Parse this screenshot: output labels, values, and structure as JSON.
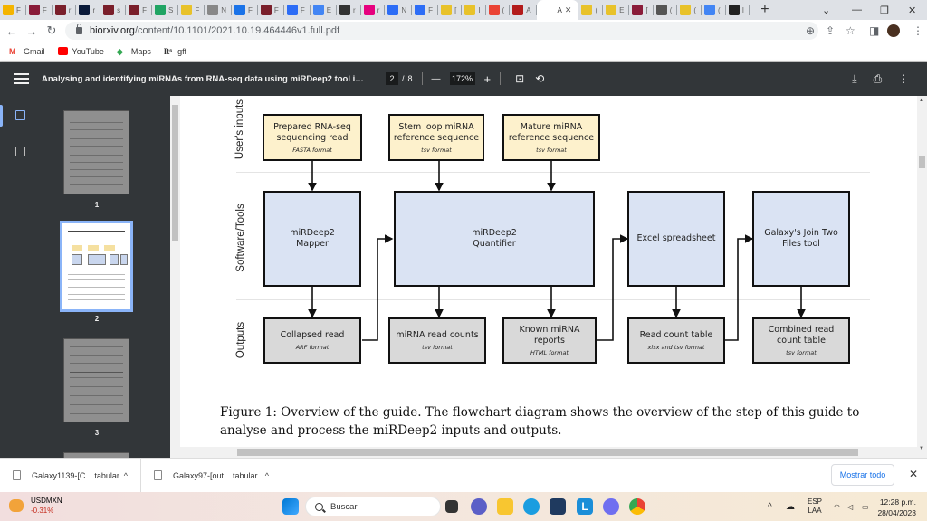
{
  "browser": {
    "tabs": [
      {
        "icon": "star-icon",
        "label": "F",
        "color": "#f4b400"
      },
      {
        "icon": "g-icon",
        "label": "F",
        "color": "#8a1c3a"
      },
      {
        "icon": "b-icon",
        "label": "r",
        "color": "#7a1f2b"
      },
      {
        "icon": "o-icon",
        "label": "r",
        "color": "#0a1a3a"
      },
      {
        "icon": "b-icon",
        "label": "s",
        "color": "#7a1f2b"
      },
      {
        "icon": "b-icon",
        "label": "F",
        "color": "#7a1f2b"
      },
      {
        "icon": "drive-icon",
        "label": "S",
        "color": "#1fa463"
      },
      {
        "icon": "bars-icon",
        "label": "F",
        "color": "#e8c22a"
      },
      {
        "icon": "loop-icon",
        "label": "N",
        "color": "#888"
      },
      {
        "icon": "network-icon",
        "label": "F",
        "color": "#1a73e8"
      },
      {
        "icon": "b-icon",
        "label": "F",
        "color": "#7a1f2b"
      },
      {
        "icon": "z-icon",
        "label": "F",
        "color": "#2d6df6"
      },
      {
        "icon": "google-icon",
        "label": "E",
        "color": "#4285f4"
      },
      {
        "icon": "arrow-icon",
        "label": "r",
        "color": "#333"
      },
      {
        "icon": "flag-icon",
        "label": "r",
        "color": "#e6007e"
      },
      {
        "icon": "z-icon",
        "label": "N",
        "color": "#2d6df6"
      },
      {
        "icon": "z-icon",
        "label": "F",
        "color": "#2d6df6"
      },
      {
        "icon": "bars-icon",
        "label": "[",
        "color": "#e8c22a"
      },
      {
        "icon": "bars-icon",
        "label": "I",
        "color": "#e8c22a"
      },
      {
        "icon": "gmail-icon",
        "label": "(",
        "color": "#ea4335"
      },
      {
        "icon": "br-icon",
        "label": "A",
        "color": "#b31b1b"
      },
      {
        "icon": "doc-icon",
        "label": "A",
        "color": "#666",
        "active": true
      },
      {
        "icon": "bars-icon",
        "label": "(",
        "color": "#e8c22a"
      },
      {
        "icon": "bars-icon",
        "label": "E",
        "color": "#e8c22a"
      },
      {
        "icon": "g-icon",
        "label": "[",
        "color": "#8a1c3a"
      },
      {
        "icon": "lines-icon",
        "label": "(",
        "color": "#555"
      },
      {
        "icon": "bars-icon",
        "label": "(",
        "color": "#e8c22a"
      },
      {
        "icon": "google-icon",
        "label": "(",
        "color": "#4285f4"
      },
      {
        "icon": "github-icon",
        "label": "I",
        "color": "#222"
      }
    ],
    "url_host": "biorxiv.org",
    "url_path": "/content/10.1101/2021.10.19.464446v1.full.pdf",
    "bookmarks": [
      {
        "label": "Gmail",
        "icon": "gmail-icon"
      },
      {
        "label": "YouTube",
        "icon": "youtube-icon"
      },
      {
        "label": "Maps",
        "icon": "maps-icon"
      },
      {
        "label": "gff",
        "icon": "r-icon",
        "icon_text": "R⁶"
      }
    ]
  },
  "pdf": {
    "title": "Analysing and identifying miRNAs from RNA-seq data using miRDeep2 tool in Galax...",
    "page_current": "2",
    "page_sep": "/",
    "page_total": "8",
    "zoom": "172%",
    "zoom_out": "—",
    "zoom_in": "+",
    "thumbnails": [
      {
        "number": "1"
      },
      {
        "number": "2",
        "selected": true
      },
      {
        "number": "3"
      }
    ]
  },
  "figure": {
    "row_labels": [
      "User's inputs",
      "Software/Tools",
      "Outputs"
    ],
    "inputs": [
      {
        "title": "Prepared RNA-seq sequencing read",
        "format": "FASTA format"
      },
      {
        "title": "Stem loop miRNA reference sequence",
        "format": "tsv format"
      },
      {
        "title": "Mature miRNA reference sequence",
        "format": "tsv format"
      }
    ],
    "tools": [
      {
        "title": "miRDeep2 Mapper"
      },
      {
        "title": "miRDeep2 Quantifier"
      },
      {
        "title": "Excel spreadsheet"
      },
      {
        "title": "Galaxy's Join Two Files tool"
      }
    ],
    "outputs": [
      {
        "title": "Collapsed read",
        "format": "ARF format"
      },
      {
        "title": "miRNA read counts",
        "format": "tsv format"
      },
      {
        "title": "Known miRNA reports",
        "format": "HTML format"
      },
      {
        "title": "Read count table",
        "format": "xlsx and tsv format"
      },
      {
        "title": "Combined read count table",
        "format": "tsv format"
      }
    ],
    "colors": {
      "input": "#fdf1cc",
      "tool": "#dae3f3",
      "output": "#d9d9d9"
    },
    "caption": "Figure 1: Overview of the guide. The flowchart diagram shows the overview of the step of this guide to analyse and process the miRDeep2 inputs and outputs."
  },
  "downloads": {
    "items": [
      {
        "name": "Galaxy1139-[C....tabular"
      },
      {
        "name": "Galaxy97-[out....tabular"
      }
    ],
    "show_all": "Mostrar todo"
  },
  "taskbar": {
    "ticker": "USDMXN",
    "change": "-0.31%",
    "search_placeholder": "Buscar",
    "lang1": "ESP",
    "lang2": "LAA",
    "time": "12:28 p.m.",
    "date": "28/04/2023"
  }
}
